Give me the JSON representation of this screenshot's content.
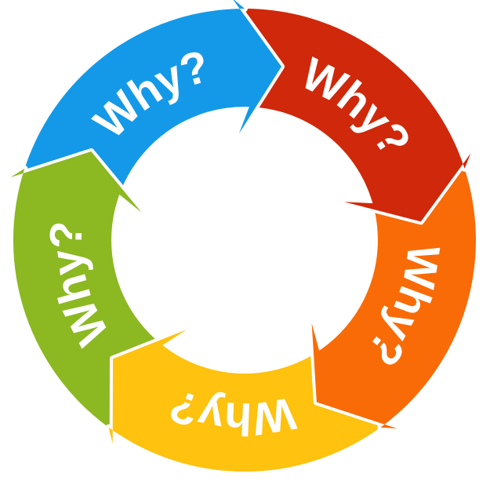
{
  "diagram": {
    "background_color": "#FFFFFF",
    "label_color": "#FFFFFF",
    "flow": "clockwise",
    "segments": [
      {
        "name": "blue-arrow",
        "label": "Why?",
        "color": "#1499E8",
        "position": "top-left"
      },
      {
        "name": "red-arrow",
        "label": "Why?",
        "color": "#D0280A",
        "position": "top-right"
      },
      {
        "name": "orange-arrow",
        "label": "Why?",
        "color": "#F96B07",
        "position": "bottom-right"
      },
      {
        "name": "yellow-arrow",
        "label": "Why?",
        "color": "#FEC20F",
        "position": "bottom"
      },
      {
        "name": "green-arrow",
        "label": "Why?",
        "color": "#8CB822",
        "position": "left"
      }
    ]
  }
}
